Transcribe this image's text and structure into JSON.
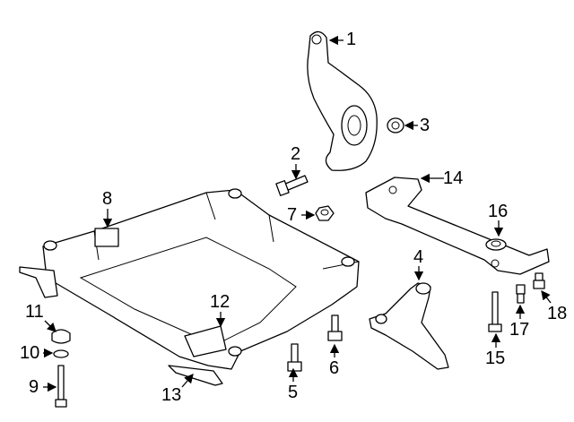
{
  "diagram": {
    "title": "Front suspension crossmember parts diagram",
    "callouts": [
      "1",
      "2",
      "3",
      "4",
      "5",
      "6",
      "7",
      "8",
      "9",
      "10",
      "11",
      "12",
      "13",
      "14",
      "15",
      "16",
      "17",
      "18"
    ]
  }
}
